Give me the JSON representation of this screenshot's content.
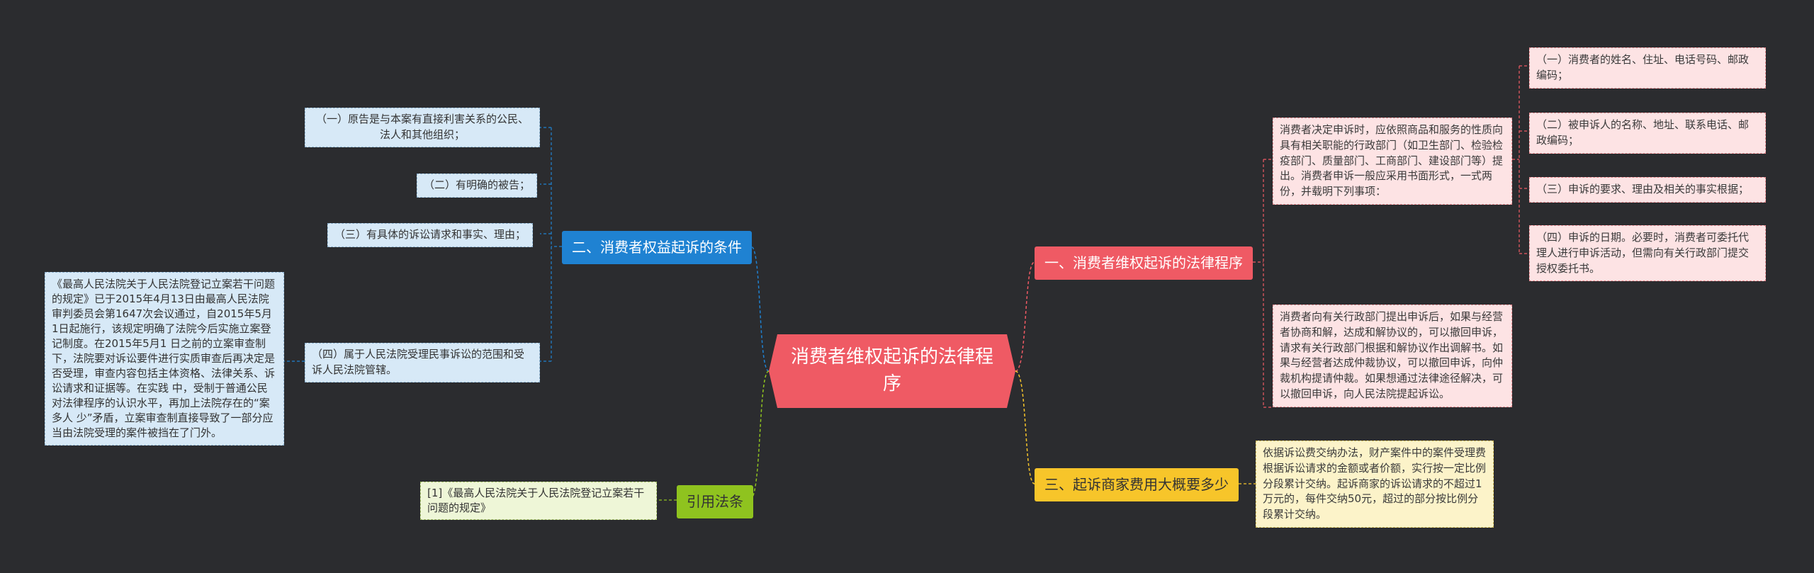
{
  "central": {
    "title": "消费者维权起诉的法律程序"
  },
  "left": {
    "conditions": {
      "label": "二、消费者权益起诉的条件",
      "items": [
        "（一）原告是与本案有直接利害关系的公民、法人和其他组织；",
        "（二）有明确的被告；",
        "（三）有具体的诉讼请求和事实、理由；",
        "（四）属于人民法院受理民事诉讼的范围和受诉人民法院管辖。"
      ],
      "note": "《最高人民法院关于人民法院登记立案若干问题的规定》已于2015年4月13日由最高人民法院审判委员会第1647次会议通过，自2015年5月 1日起施行，该规定明确了法院今后实施立案登记制度。在2015年5月1 日之前的立案审查制下，法院要对诉讼要件进行实质审查后再决定是否受理，审查内容包括主体资格、法律关系、诉讼请求和证据等。在实践 中，受制于普通公民对法律程序的认识水平，再加上法院存在的“案多人 少”矛盾，立案审查制直接导致了一部分应当由法院受理的案件被挡在了门外。"
    },
    "citation": {
      "label": "引用法条",
      "item": "[1]《最高人民法院关于人民法院登记立案若干问题的规定》"
    }
  },
  "right": {
    "procedure": {
      "label": "一、消费者维权起诉的法律程序",
      "complaint": "消费者决定申诉时，应依照商品和服务的性质向具有相关职能的行政部门（如卫生部门、检验检疫部门、质量部门、工商部门、建设部门等）提出。消费者申诉一般应采用书面形式，一式两份，并载明下列事项：",
      "complaint_items": [
        "（一）消费者的姓名、住址、电话号码、邮政编码；",
        "（二）被申诉人的名称、地址、联系电话、邮政编码；",
        "（三）申诉的要求、理由及相关的事实根据；",
        "（四）申诉的日期。必要时，消费者可委托代理人进行申诉活动，但需向有关行政部门提交授权委托书。"
      ],
      "mediation": "消费者向有关行政部门提出申诉后，如果与经营者协商和解，达成和解协议的，可以撤回申诉，请求有关行政部门根据和解协议作出调解书。如果与经营者达成仲裁协议，可以撤回申诉，向仲裁机构提请仲裁。如果想通过法律途径解决，可以撤回申诉，向人民法院提起诉讼。"
    },
    "fees": {
      "label": "三、起诉商家费用大概要多少",
      "item": "依据诉讼费交纳办法，财产案件中的案件受理费根据诉讼请求的金额或者价额，实行按一定比例分段累计交纳。起诉商家的诉讼请求的不超过1万元的，每件交纳50元，超过的部分按比例分段累计交纳。"
    }
  },
  "colors": {
    "central": "#ef5a64",
    "blue": "#1f82d2",
    "red": "#ef5a64",
    "yellow": "#f7c52a",
    "green": "#8fc31f"
  }
}
